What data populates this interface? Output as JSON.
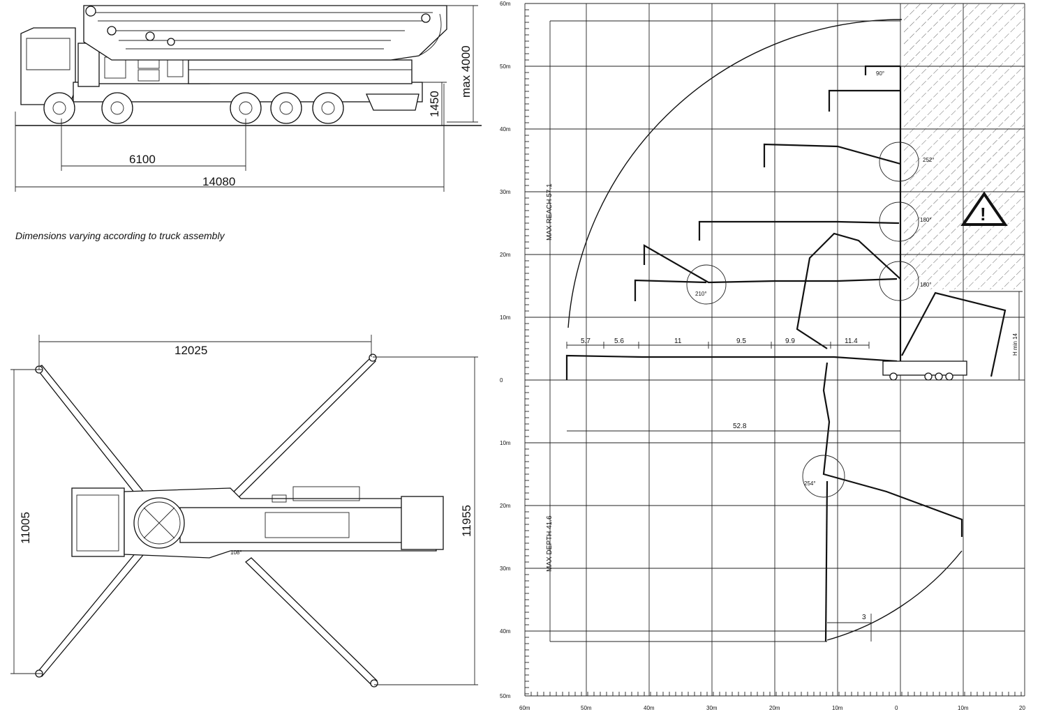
{
  "side_view": {
    "wheelbase": "6100",
    "overall_length": "14080",
    "max_height": "max 4000",
    "outrigger_height": "1450"
  },
  "note": "Dimensions varying according to truck assembly",
  "top_view": {
    "front_span": "12025",
    "front_support": "11005",
    "rear_support": "11955",
    "swivel_angle": "108°"
  },
  "reach_chart": {
    "y_axis_labels": [
      "60m",
      "50m",
      "40m",
      "30m",
      "20m",
      "10m",
      "0",
      "10m",
      "20m",
      "30m",
      "40m",
      "50m"
    ],
    "x_axis_labels": [
      "60m",
      "50m",
      "40m",
      "30m",
      "20m",
      "10m",
      "0",
      "10m",
      "20"
    ],
    "max_reach": "MAX REACH 57.1",
    "max_depth": "MAX DEPTH 41.6",
    "section_lengths": [
      "5.7",
      "5.6",
      "11",
      "9.5",
      "9.9",
      "11.4"
    ],
    "horizontal_reach": "52.8",
    "min_height": "H min 14",
    "bottom_offset": "3",
    "angles": [
      "90°",
      "252°",
      "180°",
      "180°",
      "210°",
      "254°"
    ]
  }
}
